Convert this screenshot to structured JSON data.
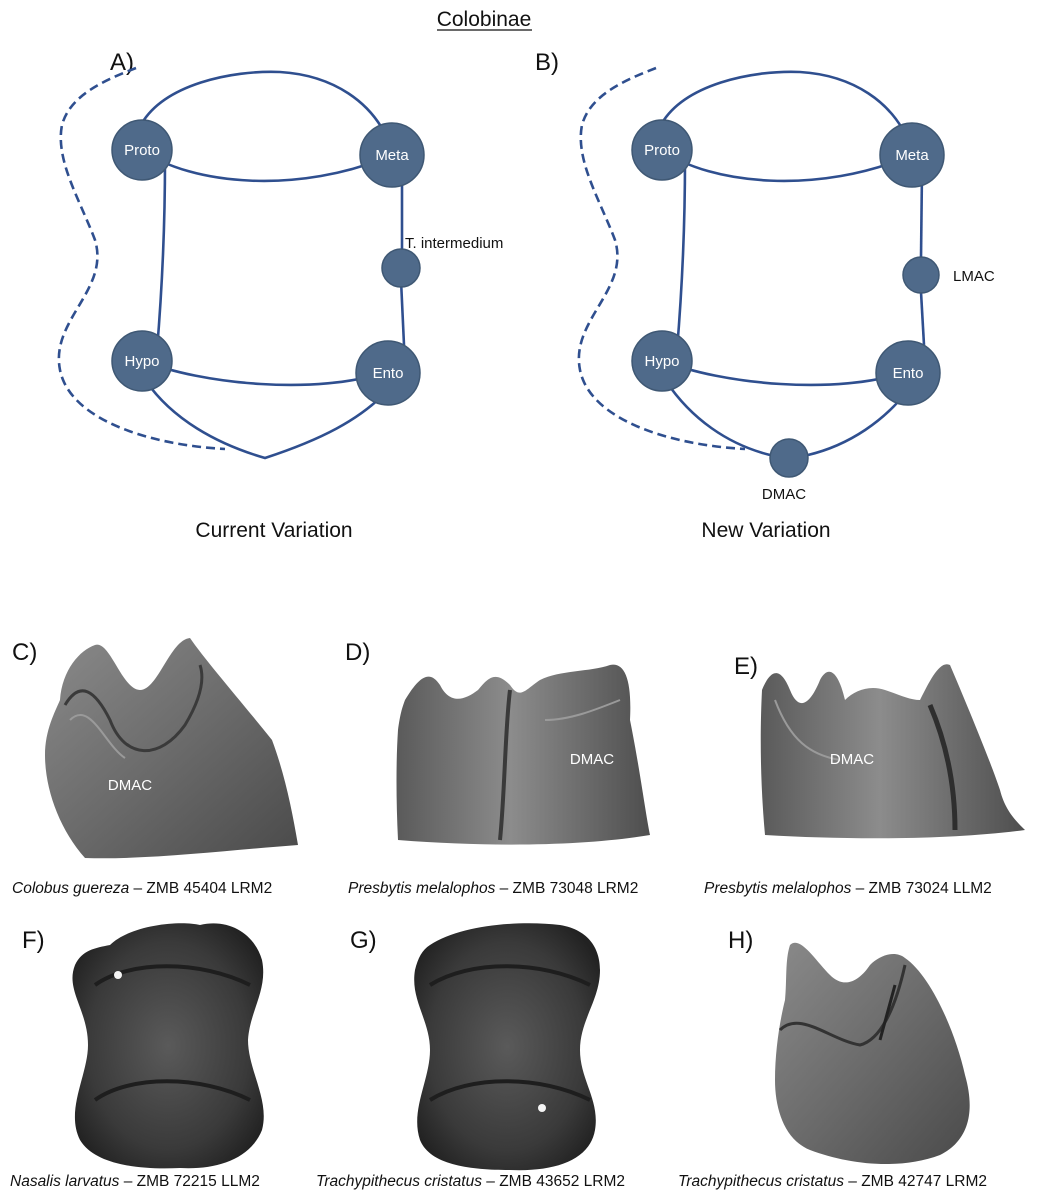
{
  "title": "Colobinae",
  "panels": {
    "A": "A)",
    "B": "B)",
    "C": "C)",
    "D": "D)",
    "E": "E)",
    "F": "F)",
    "G": "G)",
    "H": "H)"
  },
  "diagram_a": {
    "caption": "Current Variation",
    "cusps": {
      "proto": "Proto",
      "meta": "Meta",
      "hypo": "Hypo",
      "ento": "Ento"
    },
    "extra": "T. intermedium"
  },
  "diagram_b": {
    "caption": "New Variation",
    "cusps": {
      "proto": "Proto",
      "meta": "Meta",
      "hypo": "Hypo",
      "ento": "Ento"
    },
    "lmac": "LMAC",
    "dmac": "DMAC"
  },
  "specimens": [
    {
      "panel": "C)",
      "species": "Colobus guereza",
      "rest": " – ZMB 45404 LRM2",
      "label": "DMAC"
    },
    {
      "panel": "D)",
      "species": "Presbytis melalophos",
      "rest": " – ZMB 73048 LRM2",
      "label": "DMAC"
    },
    {
      "panel": "E)",
      "species": "Presbytis melalophos",
      "rest": " – ZMB 73024 LLM2",
      "label": "DMAC"
    },
    {
      "panel": "F)",
      "species": "Nasalis larvatus",
      "rest": " – ZMB 72215 LLM2",
      "label": ""
    },
    {
      "panel": "G)",
      "species": "Trachypithecus cristatus",
      "rest": " – ZMB 43652 LRM2",
      "label": ""
    },
    {
      "panel": "H)",
      "species": "Trachypithecus cristatus",
      "rest": " – ZMB 42747 LRM2",
      "label": ""
    }
  ],
  "colors": {
    "line": "#2f4f8f",
    "cusp": "#4f6a8a",
    "cusp_stroke": "#3f5874"
  }
}
